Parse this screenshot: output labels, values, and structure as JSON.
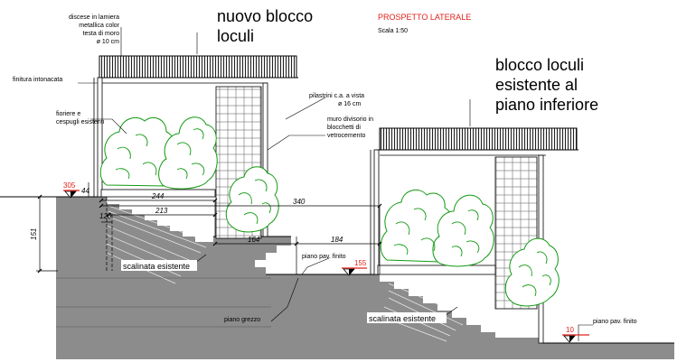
{
  "header": {
    "title": "PROSPETTO LATERALE",
    "scale": "Scala 1:50"
  },
  "blocks": {
    "new_block_line1": "nuovo blocco",
    "new_block_line2": "loculi",
    "existing_block_line1": "blocco loculi",
    "existing_block_line2": "esistente al",
    "existing_block_line3": "piano inferiore"
  },
  "notes": {
    "discese_1": "discese in lamiera",
    "discese_2": "metallica color",
    "discese_3": "testa di moro",
    "discese_4": "ø 10 cm",
    "finitura": "finitura intonacata",
    "fioriere_1": "fioriere e",
    "fioriere_2": "cespugli esistenti",
    "pilastrini_1": "pilastrini c.a. a vista",
    "pilastrini_2": "ø 16 cm",
    "muro_1": "muro divisorio in",
    "muro_2": "blocchetti di",
    "muro_3": "vetrocemento",
    "scalinata_1": "scalinata esistente",
    "scalinata_2": "scalinata esistente",
    "piano_pav_1": "piano pav. finito",
    "piano_pav_2": "piano pav. finito",
    "piano_grezzo": "piano grezzo"
  },
  "dimensions": {
    "d244": "244",
    "d340": "340",
    "d213": "213",
    "d120": "120",
    "d44": "44",
    "d151": "151",
    "d164": "164",
    "d184": "184"
  },
  "levels": {
    "l305": "305",
    "l155": "155",
    "l10": "10"
  },
  "colors": {
    "ground": "#8c8c8c",
    "foliage": "#119a11",
    "level_marker": "#e0201a",
    "roof_hatch": "#333333"
  }
}
